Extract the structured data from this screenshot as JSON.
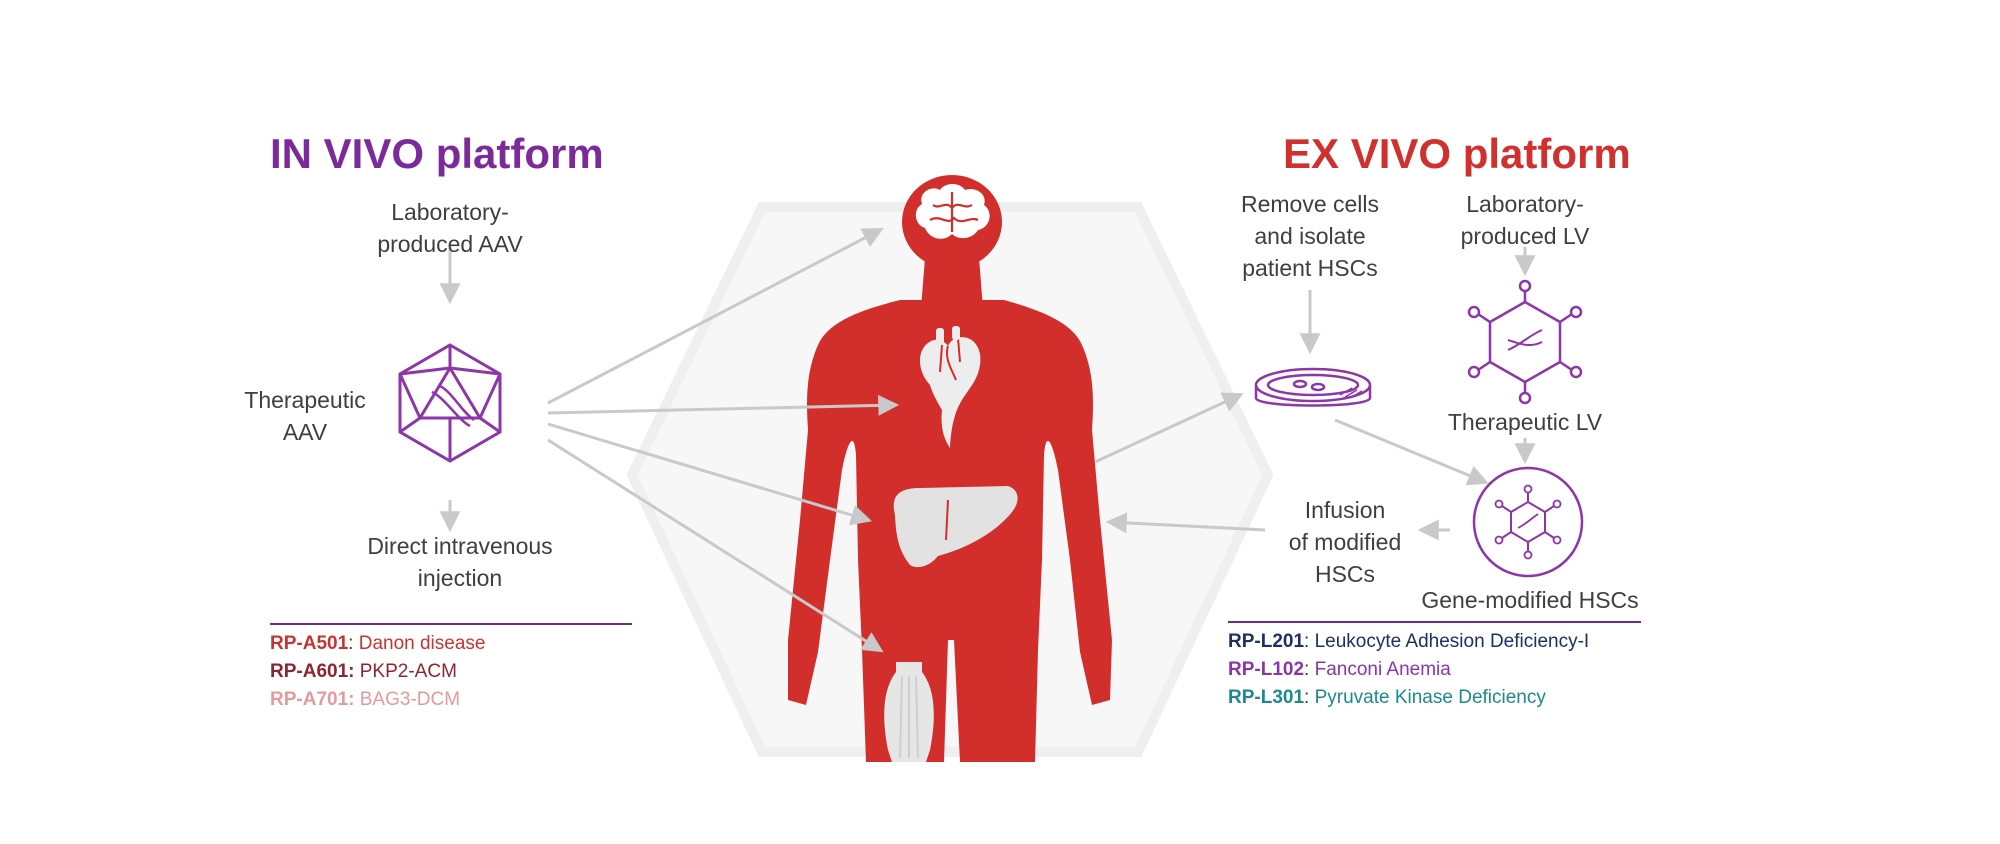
{
  "in_vivo": {
    "title": "IN VIVO platform",
    "source_line1": "Laboratory-",
    "source_line2": "produced AAV",
    "vector_line1": "Therapeutic",
    "vector_line2": "AAV",
    "delivery_line1": "Direct intravenous",
    "delivery_line2": "injection",
    "programs": [
      {
        "code": "RP-A501",
        "sep": ":",
        "name": " Danon disease"
      },
      {
        "code": "RP-A601:",
        "sep": "",
        "name": " PKP2-ACM"
      },
      {
        "code": "RP-A701:",
        "sep": "",
        "name": " BAG3-DCM"
      }
    ]
  },
  "ex_vivo": {
    "title": "EX VIVO platform",
    "cells_line1": "Remove cells",
    "cells_line2": "and isolate",
    "cells_line3": "patient HSCs",
    "source_line1": "Laboratory-",
    "source_line2": "produced LV",
    "vector_label": "Therapeutic LV",
    "infusion_line1": "Infusion",
    "infusion_line2": "of modified",
    "infusion_line3": "HSCs",
    "modified_label": "Gene-modified HSCs",
    "programs": [
      {
        "code": "RP-L201",
        "sep": ":",
        "name": " Leukocyte Adhesion Deficiency-I"
      },
      {
        "code": "RP-L102",
        "sep": ":",
        "name": " Fanconi Anemia"
      },
      {
        "code": "RP-L301",
        "sep": ":",
        "name": " Pyruvate Kinase Deficiency"
      }
    ]
  },
  "colors": {
    "in_vivo_title": "#7b2a99",
    "ex_vivo_title": "#d0302e",
    "body": "#d12e2c",
    "arrow": "#c9c9c9",
    "organ": "#e2e2e2",
    "icon_purple": "#8e35a8",
    "prog_a501": "#c7342f",
    "prog_a601": "#8e2430",
    "prog_a701": "#e49a9d",
    "prog_l201": "#1e2f63",
    "prog_l102": "#8a35a8",
    "prog_l301": "#1b8a8c"
  },
  "icons": [
    "brain-icon",
    "heart-icon",
    "liver-icon",
    "muscle-icon",
    "aav-capsid-icon",
    "lentivirus-icon",
    "petri-dish-icon",
    "modified-cell-icon"
  ]
}
